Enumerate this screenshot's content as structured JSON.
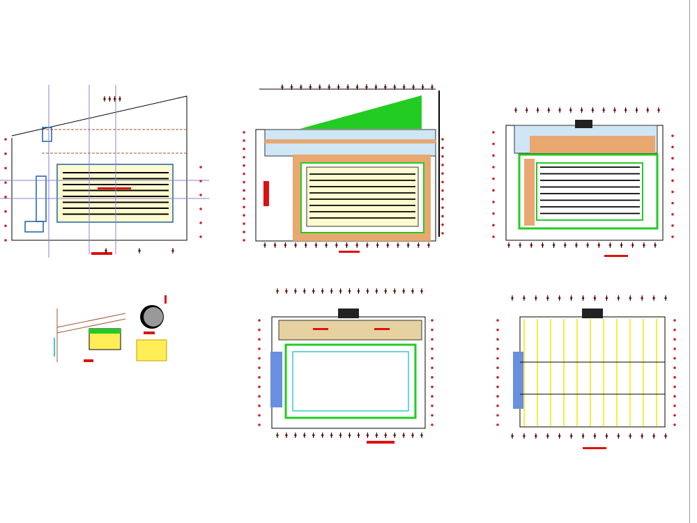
{
  "colors": {
    "background": "#ffffff",
    "line": "#000000",
    "axis": "#8a7fd8",
    "marker": "#cc2222",
    "pool_edge": "#1f5fa8",
    "lane": "#f5ee40",
    "deck": "#e8a870",
    "green": "#22cc22",
    "cyan": "#33cccc",
    "blue_block": "#6a8ee0",
    "title_bar": "#dd1111"
  },
  "sheets": [
    {
      "kind": "site-plan"
    },
    {
      "kind": "ground-floor-plan"
    },
    {
      "kind": "upper-floor-plan"
    },
    {
      "kind": "location-plan"
    },
    {
      "kind": "roof-plan"
    },
    {
      "kind": "structure-plan"
    }
  ]
}
